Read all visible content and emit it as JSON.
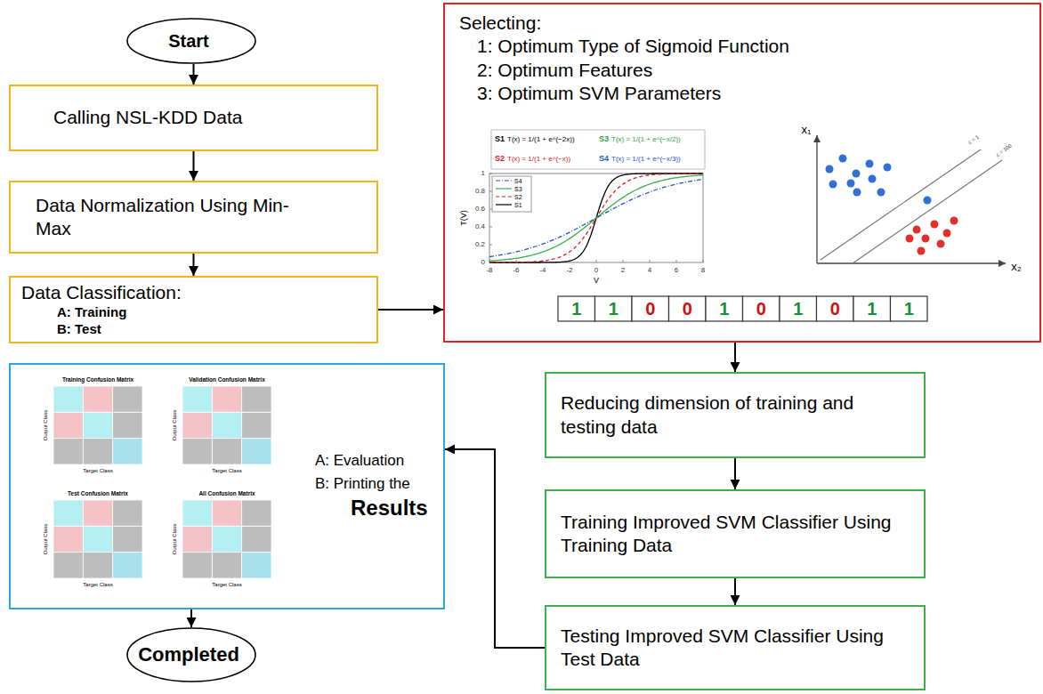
{
  "diagram": {
    "nodes": [
      {
        "text": [
          "Start"
        ]
      },
      {
        "text": [
          "Calling NSL-KDD Data"
        ]
      },
      {
        "text": [
          "Data Normalization Using Min-Max"
        ]
      },
      {
        "text": [
          "Data Classification:",
          "A: Training",
          "B: Test"
        ]
      },
      {
        "text": [
          "Selecting:",
          "1: Optimum Type of Sigmoid Function",
          "2: Optimum Features",
          "3: Optimum SVM Parameters"
        ]
      },
      {
        "text": [
          "Reducing dimension of training and testing data"
        ]
      },
      {
        "text": [
          "Training Improved SVM Classifier Using Training Data"
        ]
      },
      {
        "text": [
          "Testing Improved SVM Classifier Using Test Data"
        ]
      },
      {
        "text": [
          "A: Evaluation",
          "B: Printing the",
          "Results"
        ]
      },
      {
        "text": [
          "Completed"
        ]
      }
    ],
    "edges": [
      {
        "from": 0,
        "to": 1,
        "arrow": "to"
      },
      {
        "from": 1,
        "to": 2,
        "arrow": "to"
      },
      {
        "from": 2,
        "to": 3,
        "arrow": "to"
      },
      {
        "from": 3,
        "to": 4,
        "arrow": "to"
      },
      {
        "from": 4,
        "to": 5,
        "arrow": "to"
      },
      {
        "from": 5,
        "to": 6,
        "arrow": "to"
      },
      {
        "from": 6,
        "to": 7,
        "arrow": "to"
      },
      {
        "from": 7,
        "to": 8,
        "arrow": "to"
      },
      {
        "from": 8,
        "to": 9,
        "arrow": "to"
      }
    ],
    "labels": [
      "S1",
      "T(x) = 1/(1 + e^(−2x))",
      "S3",
      "T(x) = 1/(1 + e^(−x/2))",
      "S2",
      "T(x) = 1/(1 + e^(−x))",
      "S4",
      "T(x) = 1/(1 + e^(−x/3))",
      "1",
      "0.8",
      "0.6",
      "0.4",
      "0.2",
      "0",
      "-8",
      "-6",
      "-4",
      "-2",
      "0",
      "2",
      "4",
      "6",
      "8",
      "T(V)",
      "V",
      "x₁",
      "x₂",
      "c = 1",
      "c = 100",
      "1",
      "1",
      "0",
      "0",
      "1",
      "0",
      "1",
      "0",
      "1",
      "1",
      "Training Confusion Matrix",
      "Output Class",
      "Target Class",
      "Validation Confusion Matrix",
      "Output Class",
      "Target Class",
      "Test Confusion Matrix",
      "Output Class",
      "Target Class",
      "All Confusion Matrix",
      "Output Class",
      "Target Class"
    ],
    "legend": [
      {
        "text": "S4"
      },
      {
        "text": "S3"
      },
      {
        "text": "S2"
      },
      {
        "text": "S1"
      }
    ]
  }
}
